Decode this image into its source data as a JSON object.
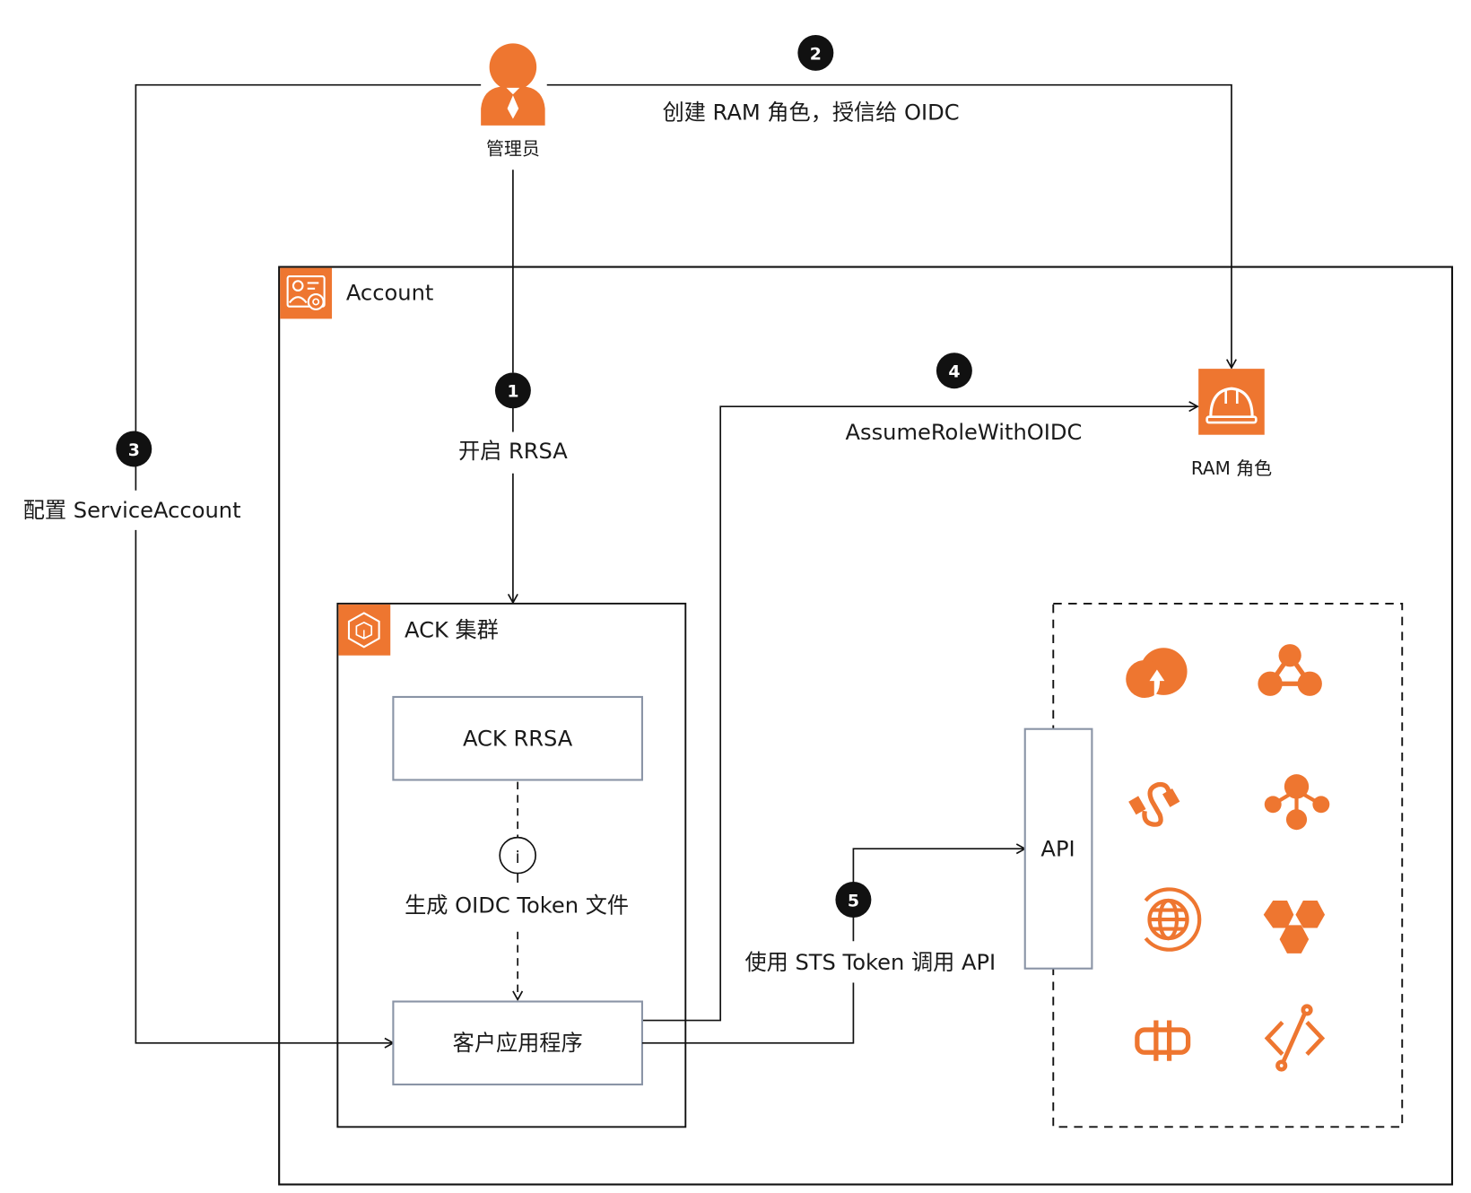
{
  "admin": {
    "label": "管理员",
    "icon": "admin-user-icon"
  },
  "account": {
    "label": "Account",
    "icon": "account-settings-icon"
  },
  "cluster": {
    "label": "ACK 集群",
    "icon": "ack-cluster-icon"
  },
  "rrsa_box": {
    "label": "ACK RRSA"
  },
  "info_icon": {
    "glyph": "i"
  },
  "oidc_token_label": "生成 OIDC Token 文件",
  "client_app": {
    "label": "客户应用程序"
  },
  "ram_role": {
    "label": "RAM 角色",
    "icon": "hard-hat-icon"
  },
  "api": {
    "label": "API"
  },
  "steps": [
    {
      "num": "1",
      "label": "开启 RRSA"
    },
    {
      "num": "2",
      "label": "创建 RAM 角色，授信给 OIDC"
    },
    {
      "num": "3",
      "label": "配置 ServiceAccount"
    },
    {
      "num": "4",
      "label": "AssumeRoleWithOIDC"
    },
    {
      "num": "5",
      "label": "使用 STS Token 调用 API"
    }
  ],
  "services": [
    {
      "icon": "cloud-upload-icon"
    },
    {
      "icon": "triangle-network-icon"
    },
    {
      "icon": "cable-connector-icon"
    },
    {
      "icon": "branch-network-icon"
    },
    {
      "icon": "globe-sync-icon"
    },
    {
      "icon": "hexagon-cluster-icon"
    },
    {
      "icon": "gateway-bridge-icon"
    },
    {
      "icon": "code-circuit-icon"
    }
  ],
  "colors": {
    "accent": "#EE7630",
    "line": "#111111",
    "box_border": "#8A94A6",
    "badge": "#111111"
  }
}
